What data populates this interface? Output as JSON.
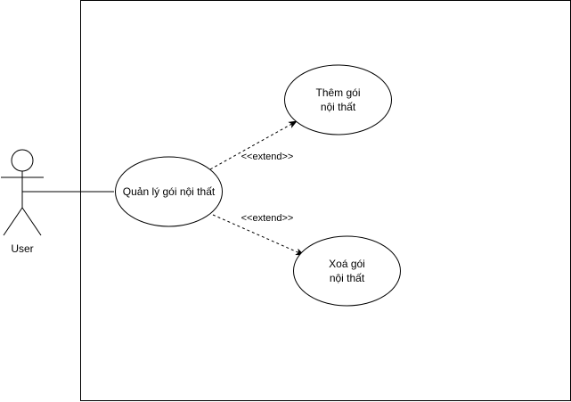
{
  "actor": {
    "name": "User"
  },
  "use_cases": {
    "main": {
      "lines": [
        "Quản lý gói nội thất"
      ]
    },
    "add": {
      "lines": [
        "Thêm gói",
        "nội thất"
      ]
    },
    "delete": {
      "lines": [
        "Xoá gói",
        "nội thất"
      ]
    }
  },
  "relations": {
    "extend_add": "<<extend>>",
    "extend_delete": "<<extend>>"
  },
  "colors": {
    "stroke": "#000000",
    "fill": "#ffffff"
  }
}
